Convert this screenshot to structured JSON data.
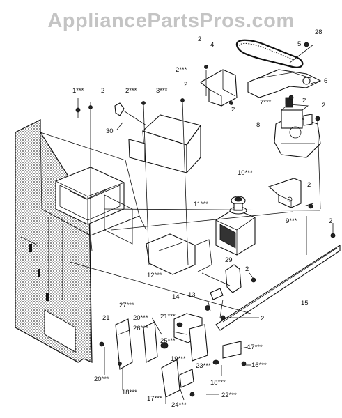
{
  "watermark": "AppliancePartsPros.com",
  "colors": {
    "ink": "#111111",
    "watermark": "#c4c4c4",
    "background": "#ffffff"
  },
  "callouts": [
    "1***",
    "2",
    "2",
    "2",
    "2",
    "2",
    "2",
    "2",
    "2",
    "2",
    "2",
    "2***",
    "2***",
    "3***",
    "4",
    "5",
    "6",
    "7***",
    "8",
    "9***",
    "10***",
    "11***",
    "12***",
    "13",
    "14",
    "15",
    "16***",
    "17***",
    "17***",
    "18***",
    "18***",
    "19***",
    "20***",
    "20***",
    "21",
    "21***",
    "22***",
    "23***",
    "24***",
    "25***",
    "26***",
    "27***",
    "28",
    "29",
    "30"
  ]
}
